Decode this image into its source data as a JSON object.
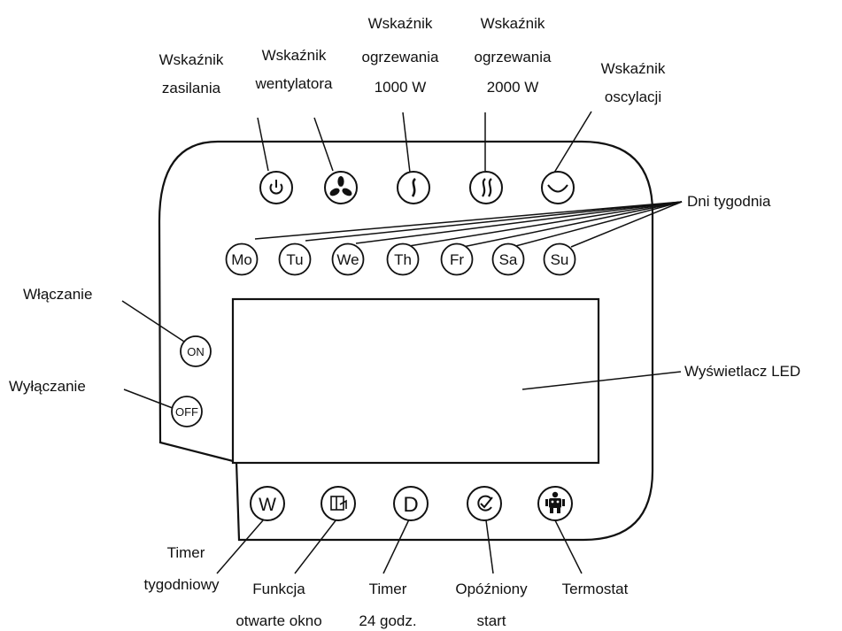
{
  "indicators": {
    "power": {
      "label_line1": "Wskaźnik",
      "label_line2": "zasilania",
      "icon": "power-icon"
    },
    "fan": {
      "label_line1": "Wskaźnik",
      "label_line2": "wentylatora",
      "icon": "fan-icon"
    },
    "heat1000": {
      "label_line1": "Wskaźnik",
      "label_line2": "ogrzewania",
      "label_line3": "1000 W",
      "icon": "heat-low-icon"
    },
    "heat2000": {
      "label_line1": "Wskaźnik",
      "label_line2": "ogrzewania",
      "label_line3": "2000 W",
      "icon": "heat-high-icon"
    },
    "oscillation": {
      "label_line1": "Wskaźnik",
      "label_line2": "oscylacji",
      "icon": "oscillation-icon"
    }
  },
  "days": {
    "label": "Dni tygodnia",
    "items": [
      "Mo",
      "Tu",
      "We",
      "Th",
      "Fr",
      "Sa",
      "Su"
    ]
  },
  "side_buttons": {
    "on": {
      "button_text": "ON",
      "label": "Włączanie"
    },
    "off": {
      "button_text": "OFF",
      "label": "Wyłączanie"
    }
  },
  "display": {
    "label": "Wyświetlacz LED"
  },
  "bottom_buttons": {
    "weekly_timer": {
      "button_text": "W",
      "label_line1": "Timer",
      "label_line2": "tygodniowy"
    },
    "open_window": {
      "label_line1": "Funkcja",
      "label_line2": "otwarte okno",
      "icon": "window-icon"
    },
    "daily_timer": {
      "button_text": "D",
      "label_line1": "Timer",
      "label_line2": "24 godz."
    },
    "delayed_start": {
      "label_line1": "Opóźniony",
      "label_line2": "start",
      "icon": "delay-check-icon"
    },
    "thermostat": {
      "label": "Termostat",
      "icon": "thermostat-robot-icon"
    }
  },
  "colors": {
    "line": "#111111",
    "background": "#ffffff"
  }
}
